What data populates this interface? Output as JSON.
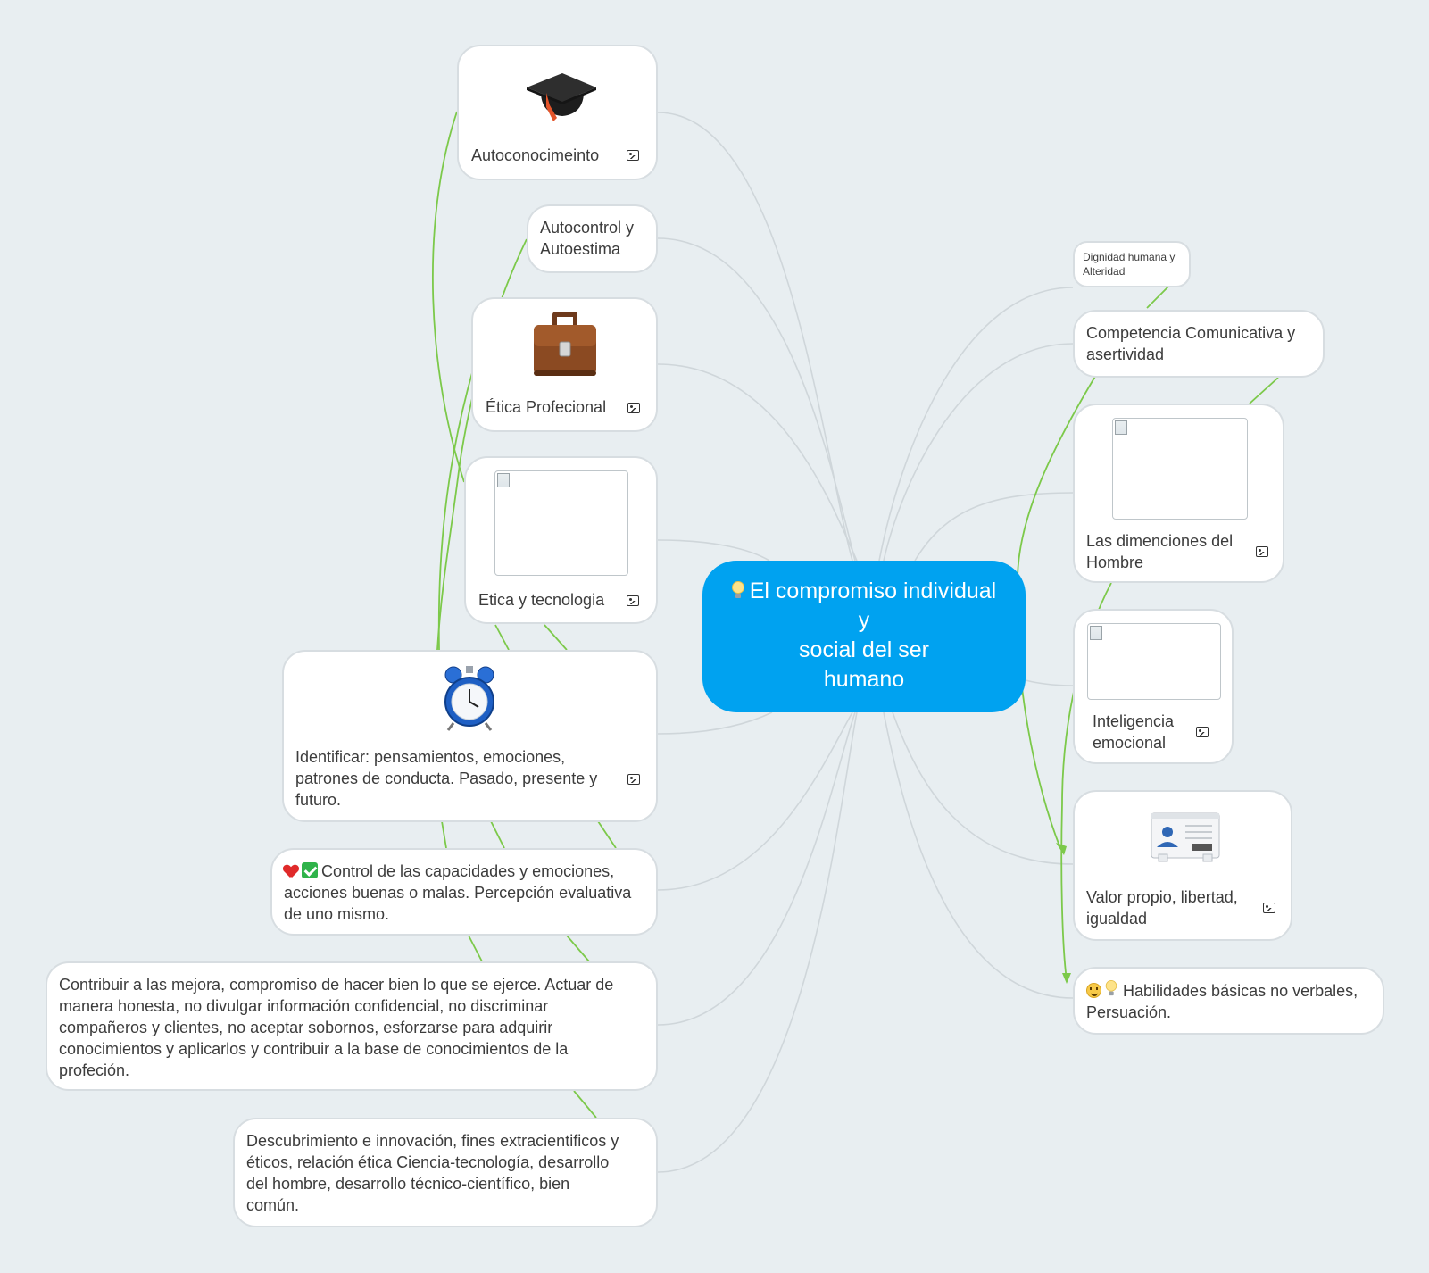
{
  "colors": {
    "background": "#e8eef1",
    "central": "#00a2f0",
    "node_border": "#d7dde1",
    "link_gray": "#cfd6da",
    "link_green": "#7cc94a"
  },
  "central": {
    "icon": "lightbulb-icon",
    "line1": "El compromiso individual",
    "line2": "y",
    "line3": "social del ser",
    "line4": "humano"
  },
  "left": {
    "autoconocimiento": {
      "label": "Autoconocimeinto",
      "image": "graduation-cap-icon"
    },
    "autocontrol": {
      "line1": "Autocontrol y",
      "line2": "Autoestima"
    },
    "etica_profesional": {
      "label": "Ética Profecional",
      "image": "briefcase-icon"
    },
    "etica_tecnologia": {
      "label": "Etica y tecnologia",
      "image": "broken-image"
    },
    "identificar": {
      "line1": "Identificar: pensamientos, emociones,",
      "line2": "patrones de conducta. Pasado, presente y",
      "line3": "futuro.",
      "image": "alarm-clock-icon"
    },
    "control": {
      "icons": [
        "heart-icon",
        "check-icon"
      ],
      "line1": "Control de las capacidades y emociones,",
      "line2": "acciones buenas o malas. Percepción evaluativa",
      "line3": "de uno mismo."
    },
    "contribuir": {
      "line1": "Contribuir a las mejora, compromiso de hacer bien lo que se ejerce. Actuar de",
      "line2": "manera honesta, no divulgar información confidencial, no discriminar",
      "line3": "compañeros y clientes,  no aceptar sobornos, esforzarse para adquirir",
      "line4": "conocimientos y aplicarlos y contribuir a la base de conocimientos de la",
      "line5": "profeción."
    },
    "descubrimiento": {
      "line1": "Descubrimiento e innovación, fines extracientificos y",
      "line2": "éticos, relación ética Ciencia-tecnología, desarrollo",
      "line3": "del hombre, desarrollo técnico-científico, bien",
      "line4": "común."
    }
  },
  "right": {
    "dignidad": {
      "line1": "Dignidad humana y",
      "line2": "Alteridad"
    },
    "competencia": {
      "line1": "Competencia Comunicativa y",
      "line2": "asertividad"
    },
    "dimensiones": {
      "line1": "Las dimenciones del",
      "line2": "Hombre",
      "image": "broken-image"
    },
    "inteligencia": {
      "line1": "Inteligencia",
      "line2": "emocional",
      "image": "broken-image"
    },
    "valor": {
      "line1": "Valor propio, libertad,",
      "line2": "igualdad",
      "image": "id-card-icon"
    },
    "habilidades": {
      "icons": [
        "smile-icon",
        "lightbulb-icon"
      ],
      "line1": "Habilidades básicas no verbales,",
      "line2": "Persuación."
    }
  }
}
